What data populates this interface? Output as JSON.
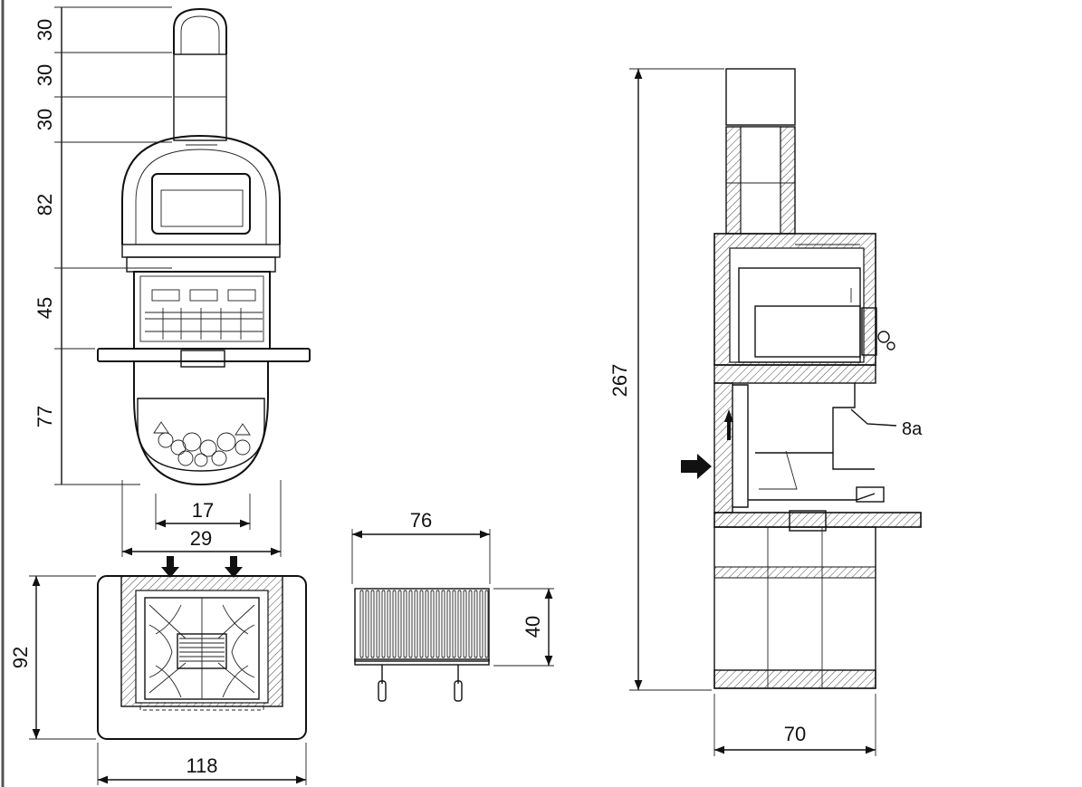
{
  "front_view": {
    "dims": {
      "chimney_top": "30",
      "chimney_mid": "30",
      "chimney_low": "30",
      "hood": "82",
      "firebox": "45",
      "base": "77",
      "opening_width": "17",
      "inner_width": "29"
    }
  },
  "plan_view": {
    "dims": {
      "depth": "92",
      "width": "118"
    }
  },
  "grate_view": {
    "dims": {
      "width": "76",
      "height": "40"
    }
  },
  "side_view": {
    "dims": {
      "total_height": "267",
      "depth": "70"
    },
    "callout": "8a"
  }
}
